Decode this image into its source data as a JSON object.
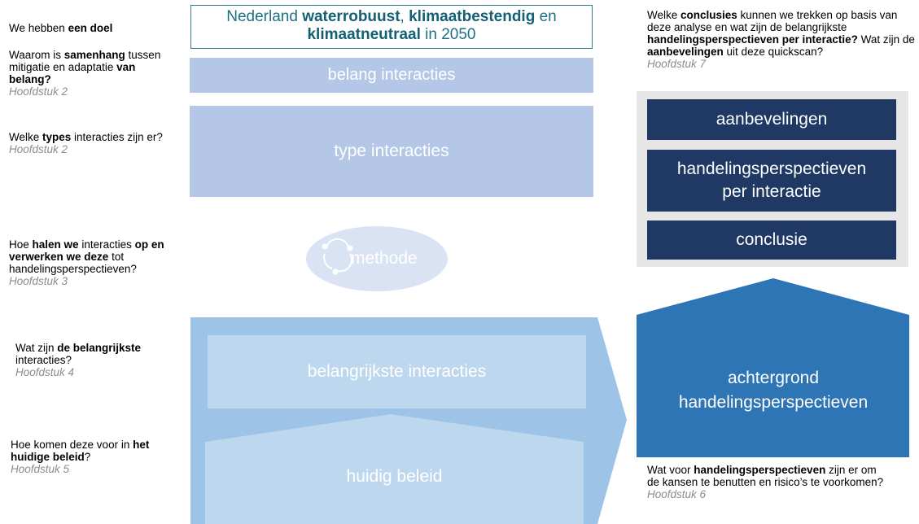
{
  "left_questions": [
    {
      "parts": [
        {
          "t": "We hebben ",
          "b": false
        },
        {
          "t": "een doel",
          "b": true
        }
      ],
      "chapter": ""
    },
    {
      "parts": [
        {
          "t": "Waarom is ",
          "b": false
        },
        {
          "t": "samenhang",
          "b": true
        },
        {
          "t": " tussen mitigatie en adaptatie ",
          "b": false
        },
        {
          "t": "van belang?",
          "b": true
        }
      ],
      "chapter": "Hoofdstuk 2"
    },
    {
      "parts": [
        {
          "t": "Welke ",
          "b": false
        },
        {
          "t": "types",
          "b": true
        },
        {
          "t": " interacties zijn er?",
          "b": false
        }
      ],
      "chapter": "Hoofdstuk 2"
    },
    {
      "parts": [
        {
          "t": "Hoe ",
          "b": false
        },
        {
          "t": "halen we",
          "b": true
        },
        {
          "t": " interacties ",
          "b": false
        },
        {
          "t": "op en verwerken we deze",
          "b": true
        },
        {
          "t": " tot handelingsperspectieven?",
          "b": false
        }
      ],
      "chapter": "Hoofdstuk 3"
    },
    {
      "parts": [
        {
          "t": "Wat zijn ",
          "b": false
        },
        {
          "t": "de belangrijkste",
          "b": true
        },
        {
          "t": " interacties?",
          "b": false
        }
      ],
      "chapter": "Hoofdstuk 4"
    },
    {
      "parts": [
        {
          "t": "Hoe komen deze voor in ",
          "b": false
        },
        {
          "t": "het huidige beleid",
          "b": true
        },
        {
          "t": "?",
          "b": false
        }
      ],
      "chapter": "Hoofdstuk 5"
    }
  ],
  "goal": {
    "parts": [
      {
        "t": "Nederland ",
        "b": false
      },
      {
        "t": "waterrobuust",
        "b": true
      },
      {
        "t": ", ",
        "b": false
      },
      {
        "t": "klimaatbestendig",
        "b": true
      },
      {
        "t": " en ",
        "b": false
      },
      {
        "t": "klimaatneutraal",
        "b": true
      },
      {
        "t": " in 2050",
        "b": false
      }
    ]
  },
  "center": {
    "belang": "belang interacties",
    "type": "type interacties",
    "methode": "methode",
    "belangrijkste": "belangrijkste interacties",
    "huidig": "huidig beleid"
  },
  "right": {
    "top_question": {
      "parts": [
        {
          "t": "Welke ",
          "b": false
        },
        {
          "t": "conclusies",
          "b": true
        },
        {
          "t": " kunnen we trekken op basis van deze analyse en wat zijn de belangrijkste ",
          "b": false
        },
        {
          "t": "handelingsperspectieven per interactie? ",
          "b": true
        },
        {
          "t": "Wat zijn de ",
          "b": false
        },
        {
          "t": "aanbevelingen",
          "b": true
        },
        {
          "t": " uit deze quickscan?",
          "b": false
        }
      ],
      "chapter": "Hoofdstuk 7"
    },
    "boxes": [
      "aanbevelingen",
      "handelingsperspectieven per interactie",
      "conclusie"
    ],
    "house_label": "achtergrond handelingsperspectieven",
    "bottom_question": {
      "parts": [
        {
          "t": "Wat voor ",
          "b": false
        },
        {
          "t": "handelingsperspectieven",
          "b": true
        },
        {
          "t": " zijn er om de kansen te benutten en risico’s te voorkomen?",
          "b": false
        }
      ],
      "chapter": "Hoofdstuk 6"
    }
  },
  "colors": {
    "light_blue": "#b4c7e7",
    "mid_blue": "#9dc3e6",
    "pale_blue": "#bdd7ee",
    "dark_navy": "#1f3864",
    "house_blue": "#2e75b6",
    "gray_panel": "#e7e6e6",
    "teal": "#1f6f84"
  }
}
